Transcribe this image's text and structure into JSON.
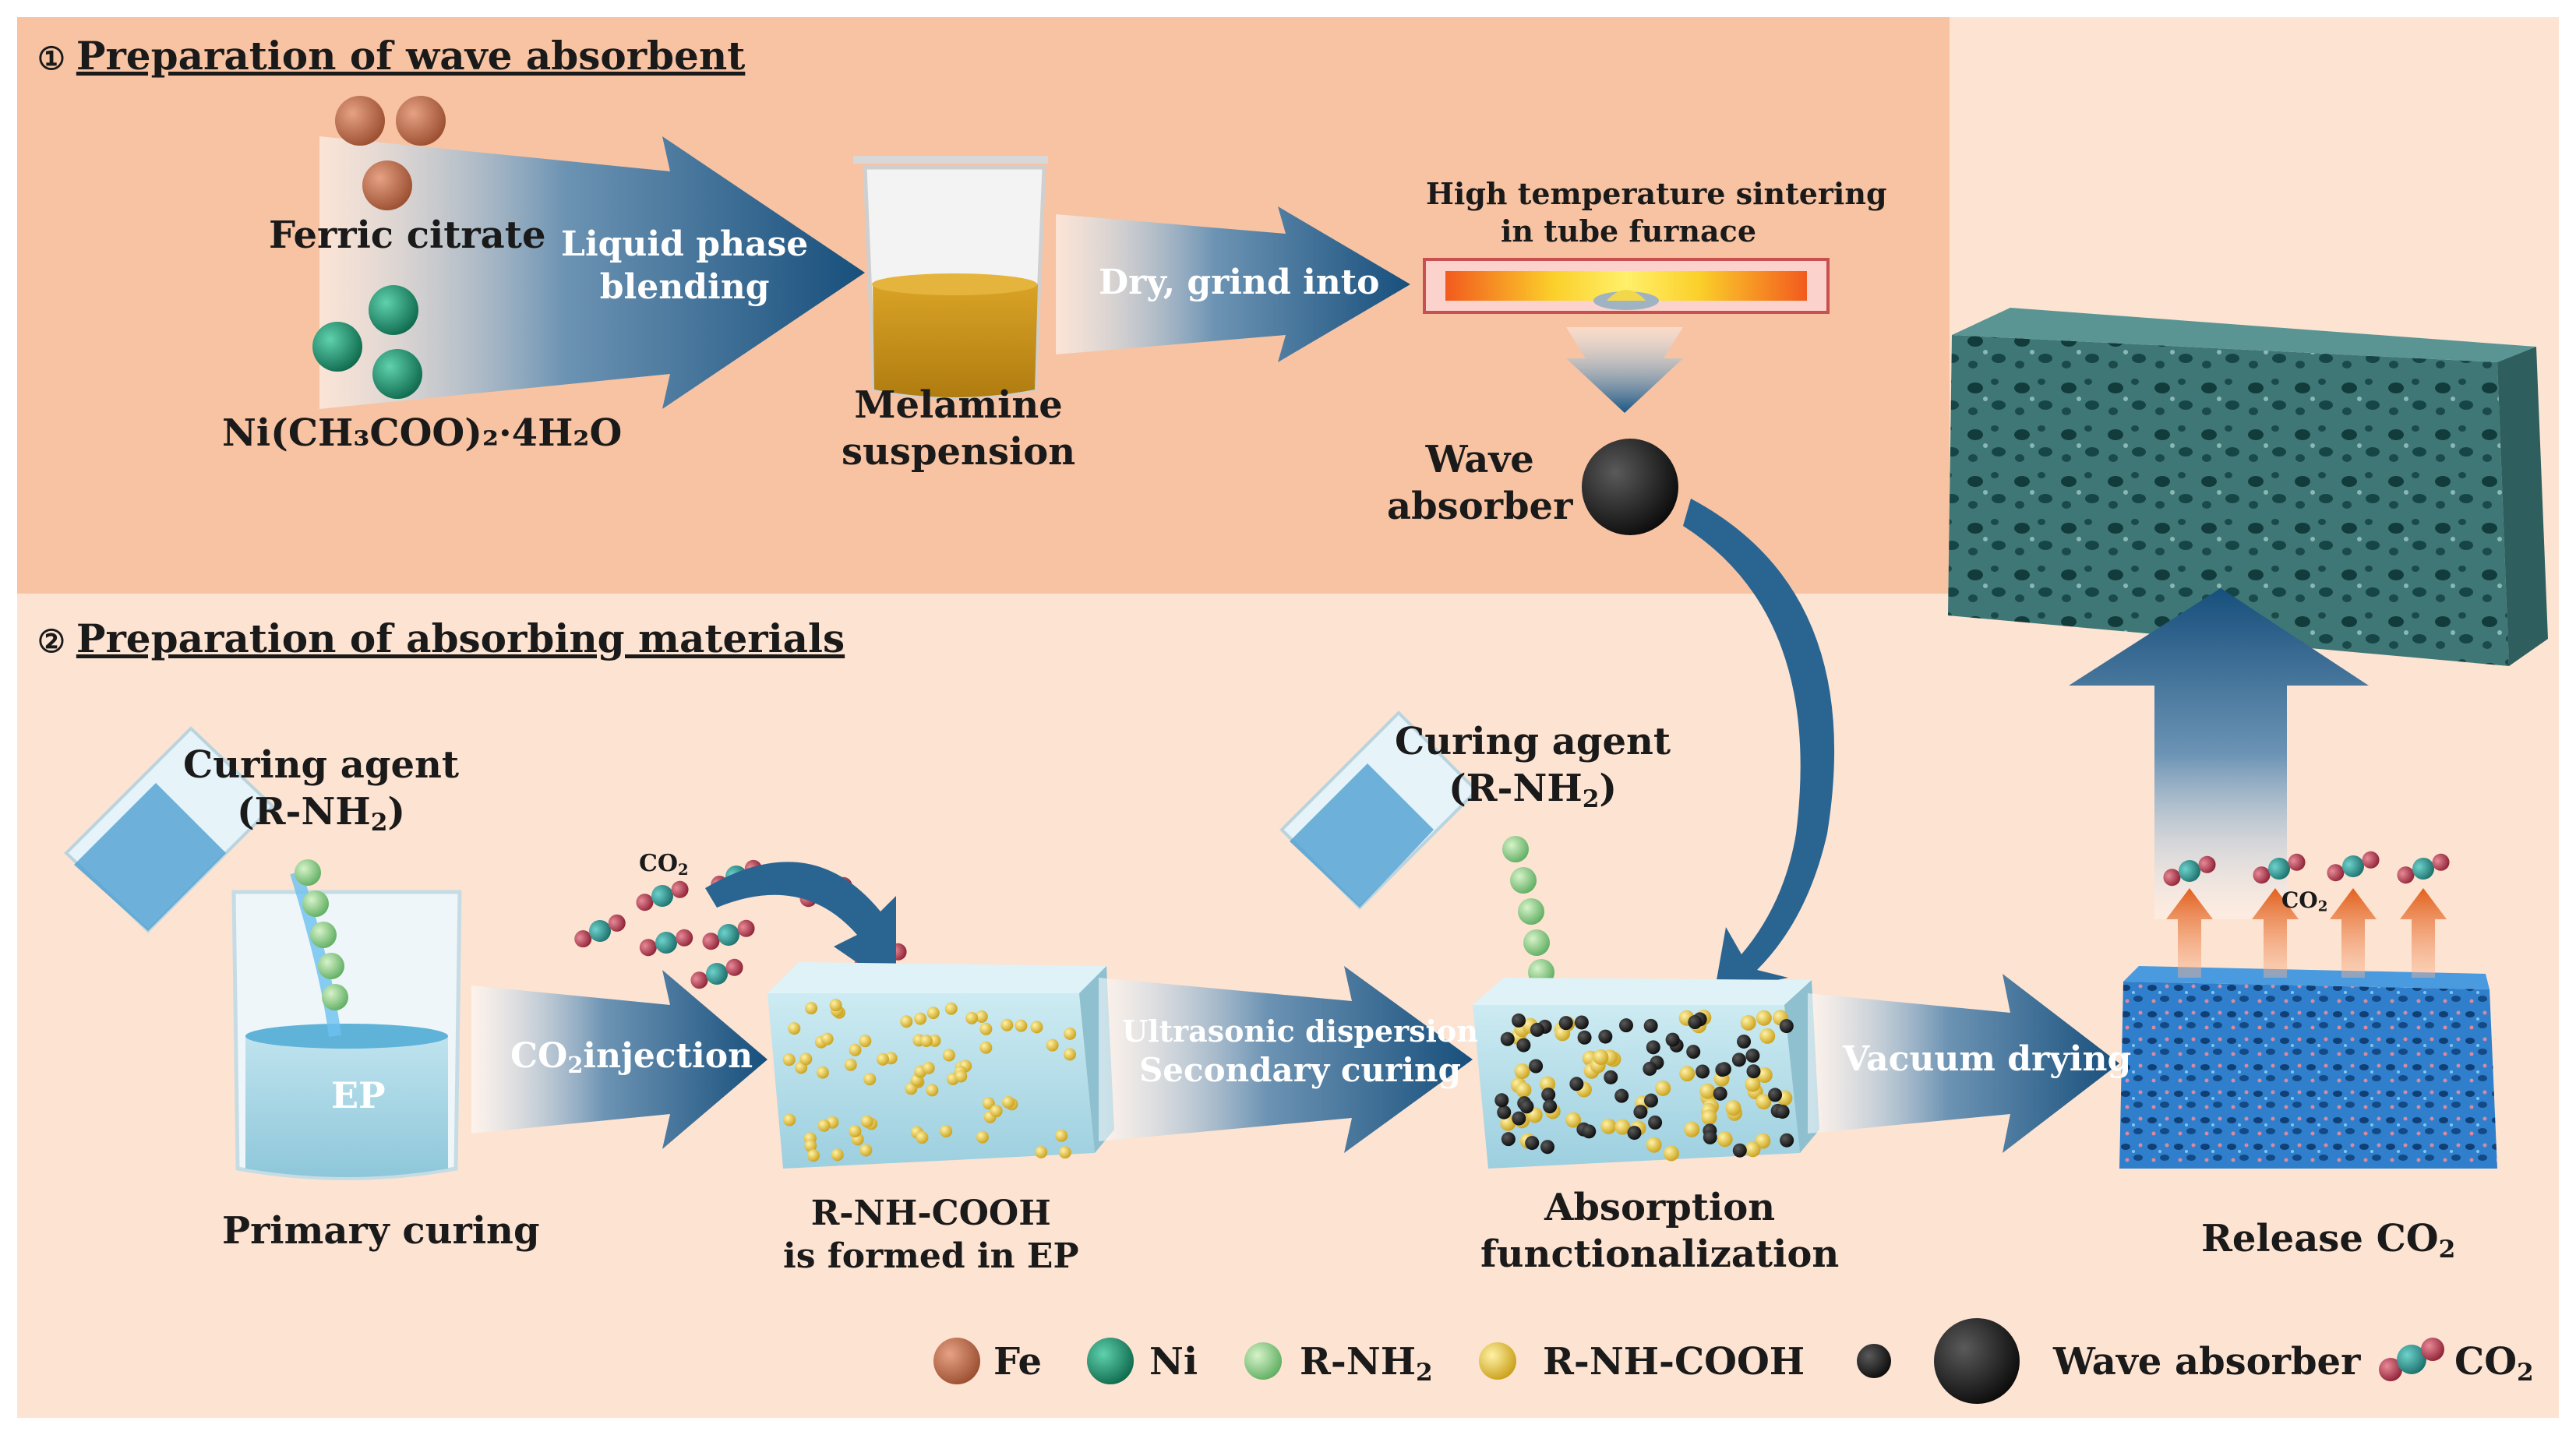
{
  "section1": {
    "number": "①",
    "title": "Preparation of wave absorbent"
  },
  "section2": {
    "number": "②",
    "title": "Preparation of absorbing materials"
  },
  "step1": {
    "ferric_citrate": "Ferric citrate",
    "nickel_acetate": "Ni(CH₃COO)₂·4H₂O",
    "arrow1_line1": "Liquid phase",
    "arrow1_line2": "blending",
    "beaker_line1": "Melamine",
    "beaker_line2": "suspension",
    "arrow2": "Dry, grind into",
    "furnace_line1": "High temperature sintering",
    "furnace_line2": "in tube furnace",
    "absorber_line1": "Wave",
    "absorber_line2": "absorber"
  },
  "step2": {
    "curing_agent_1": "Curing agent",
    "rnh2_1_main": "(R-NH",
    "rnh2_1_sub": "2",
    "rnh2_1_end": ")",
    "ep": "EP",
    "primary_curing": "Primary curing",
    "co2_label_main": "CO",
    "co2_label_sub": "2",
    "inject_main": "CO",
    "inject_sub": "2",
    "inject_end": "injection",
    "formed_line1": "R-NH-COOH",
    "formed_line2": "is formed in EP",
    "ultra_line1": "Ultrasonic dispersion",
    "ultra_line2": "Secondary curing",
    "curing_agent_2": "Curing agent",
    "rnh2_2_main": "(R-NH",
    "rnh2_2_sub": "2",
    "rnh2_2_end": ")",
    "absorption_line1": "Absorption",
    "absorption_line2": "functionalization",
    "vacuum": "Vacuum drying",
    "release_main": "Release CO",
    "release_sub": "2",
    "release_co2_main": "CO",
    "release_co2_sub": "2"
  },
  "legend": {
    "fe": "Fe",
    "ni": "Ni",
    "rnh2_main": "R-NH",
    "rnh2_sub": "2",
    "rnhcooh": "R-NH-COOH",
    "absorber": "Wave absorber",
    "co2_main": "CO",
    "co2_sub": "2"
  },
  "colors": {
    "panel1_bg": "#f7c3a3",
    "panel2_bg": "#fde3d2",
    "arrow_blue": "#1f5b87",
    "fe": "#b86a48",
    "ni": "#1d8f6c",
    "rnh2": "#8fcf8a",
    "rnhcooh": "#e3c33a",
    "absorber": "#1b1b1b",
    "co2_red": "#b03a4e",
    "co2_teal": "#2a8c88",
    "foam": "#3a6b6a",
    "sponge": "#2b78c0",
    "release_arrow": "#e06a2a"
  }
}
